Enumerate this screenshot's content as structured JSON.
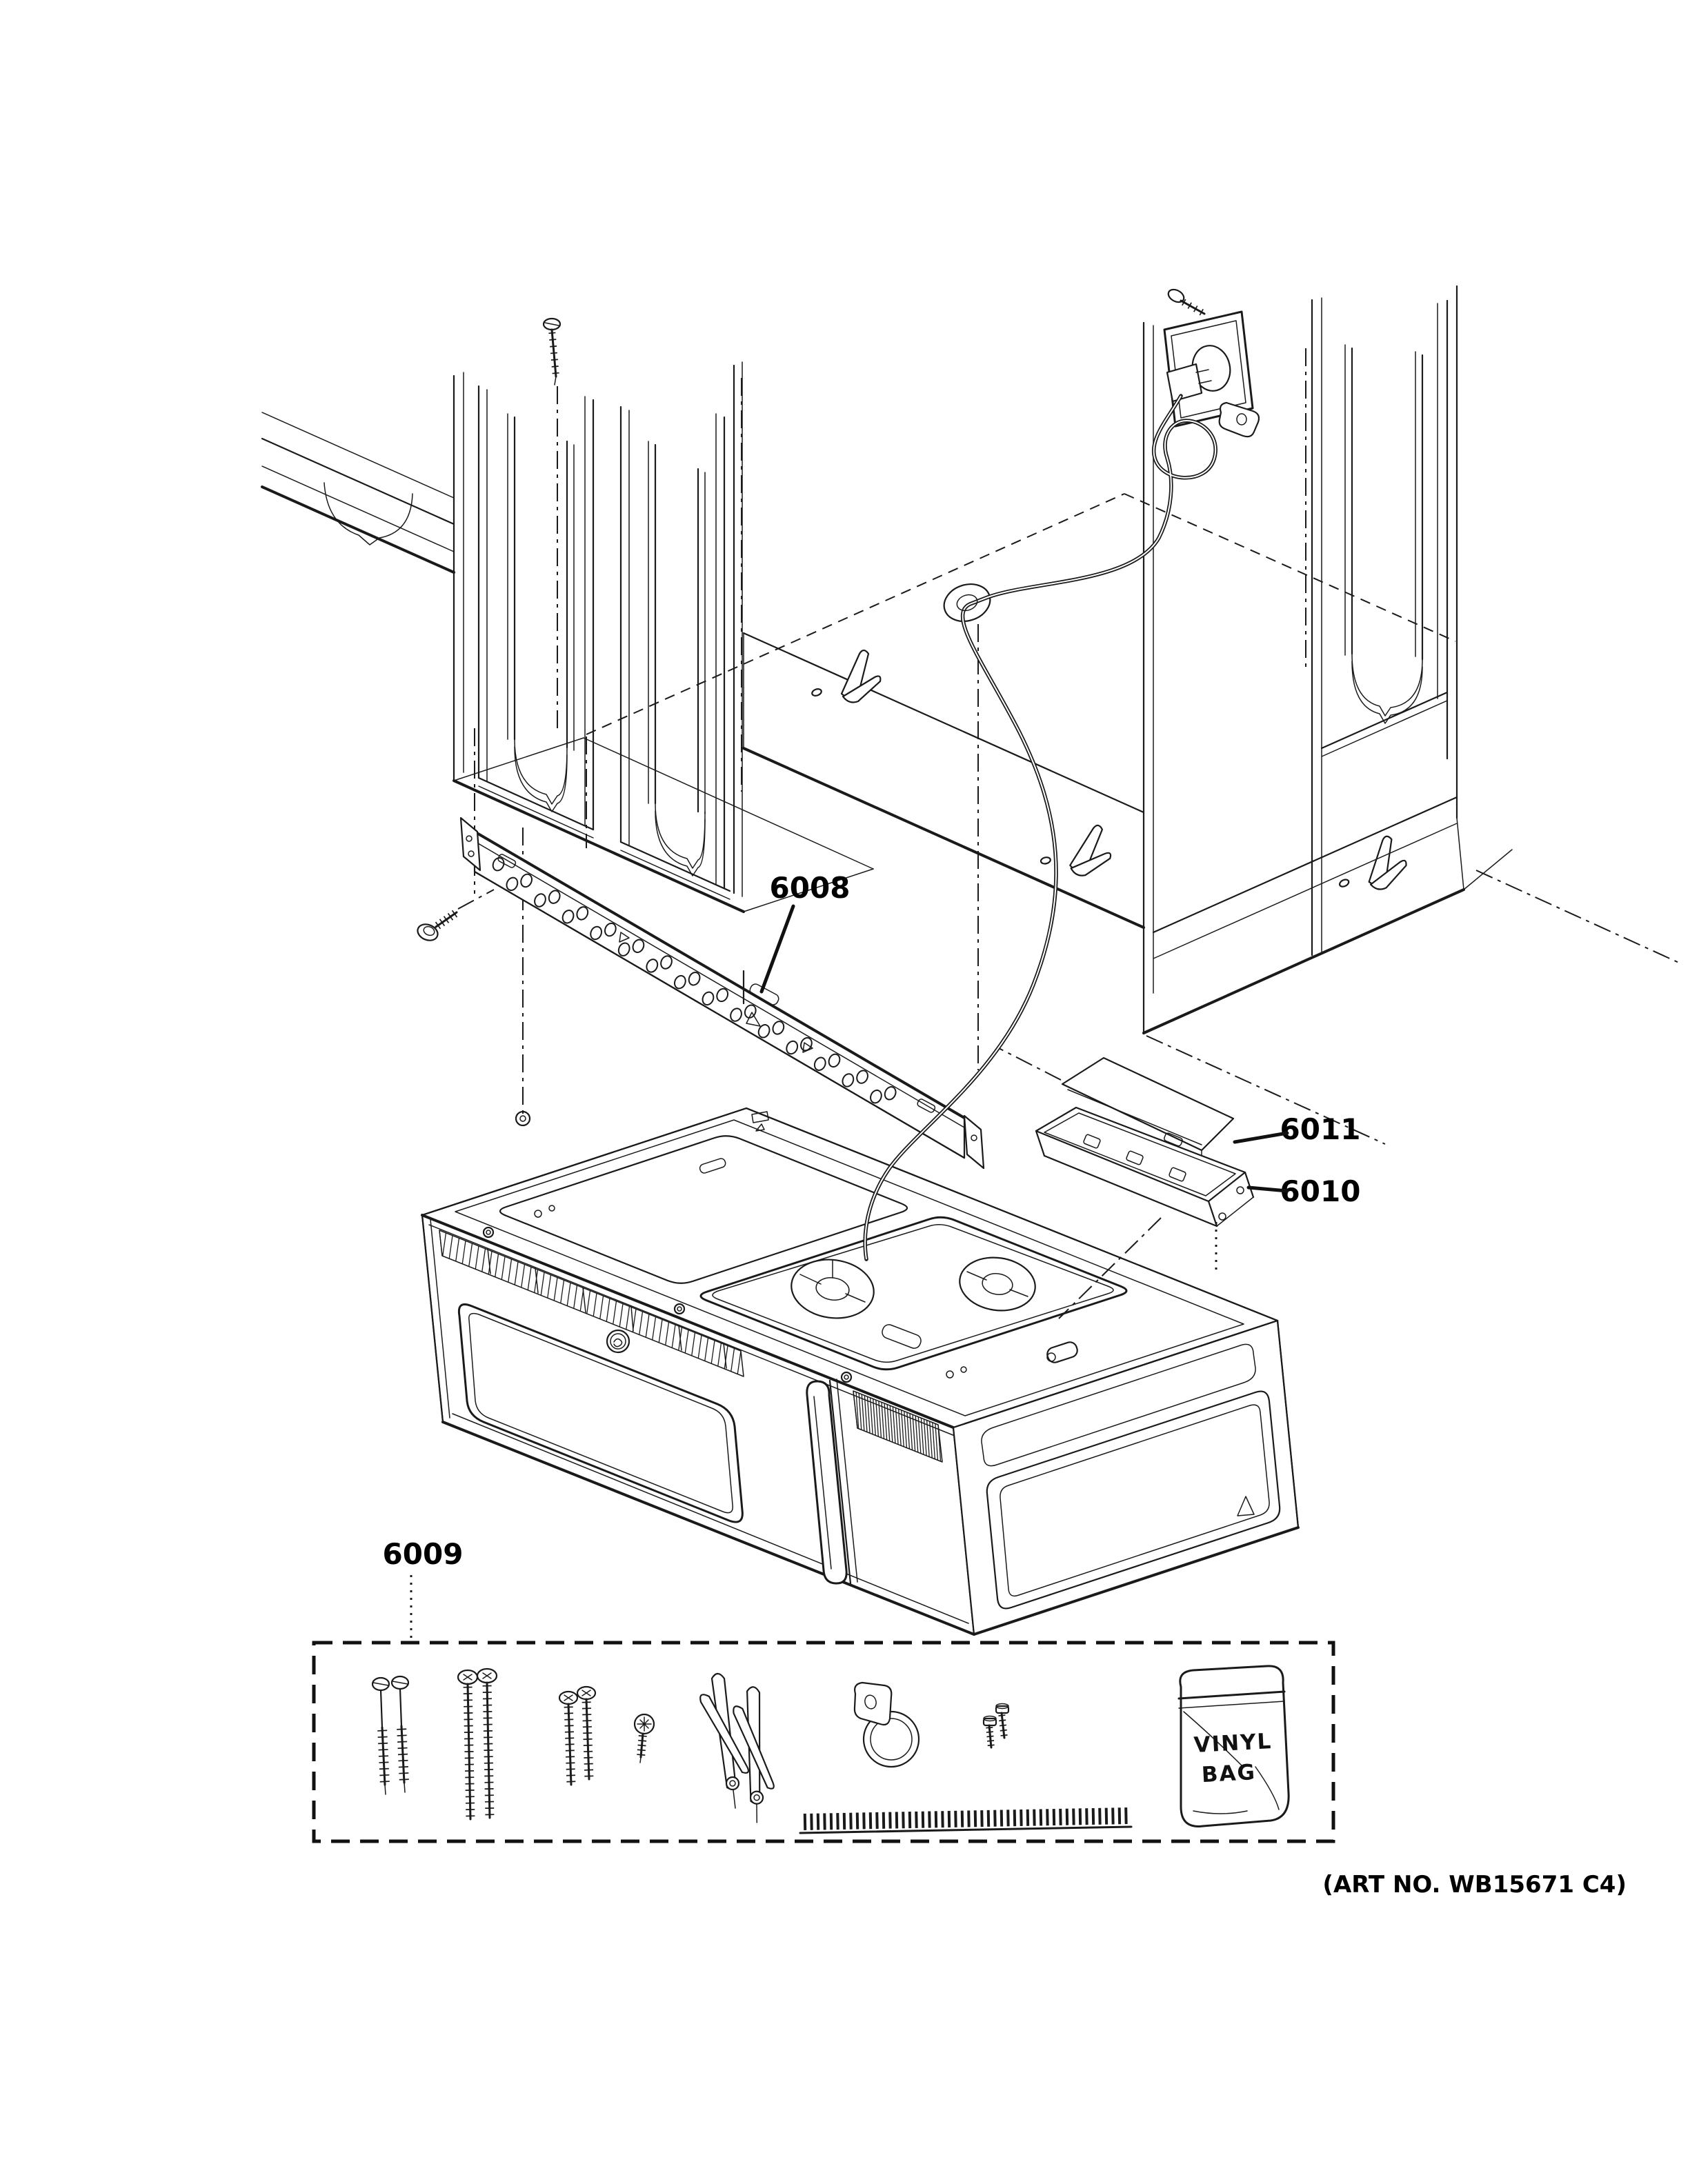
{
  "colors": {
    "background": "#ffffff",
    "ink": "#1a1a1a"
  },
  "callouts": {
    "c6008": "6008",
    "c6009": "6009",
    "c6010": "6010",
    "c6011": "6011"
  },
  "vinyl_bag": {
    "line1": "VINYL",
    "line2": "BAG"
  },
  "footer": {
    "art_no": "(ART NO. WB15671 C4)"
  }
}
